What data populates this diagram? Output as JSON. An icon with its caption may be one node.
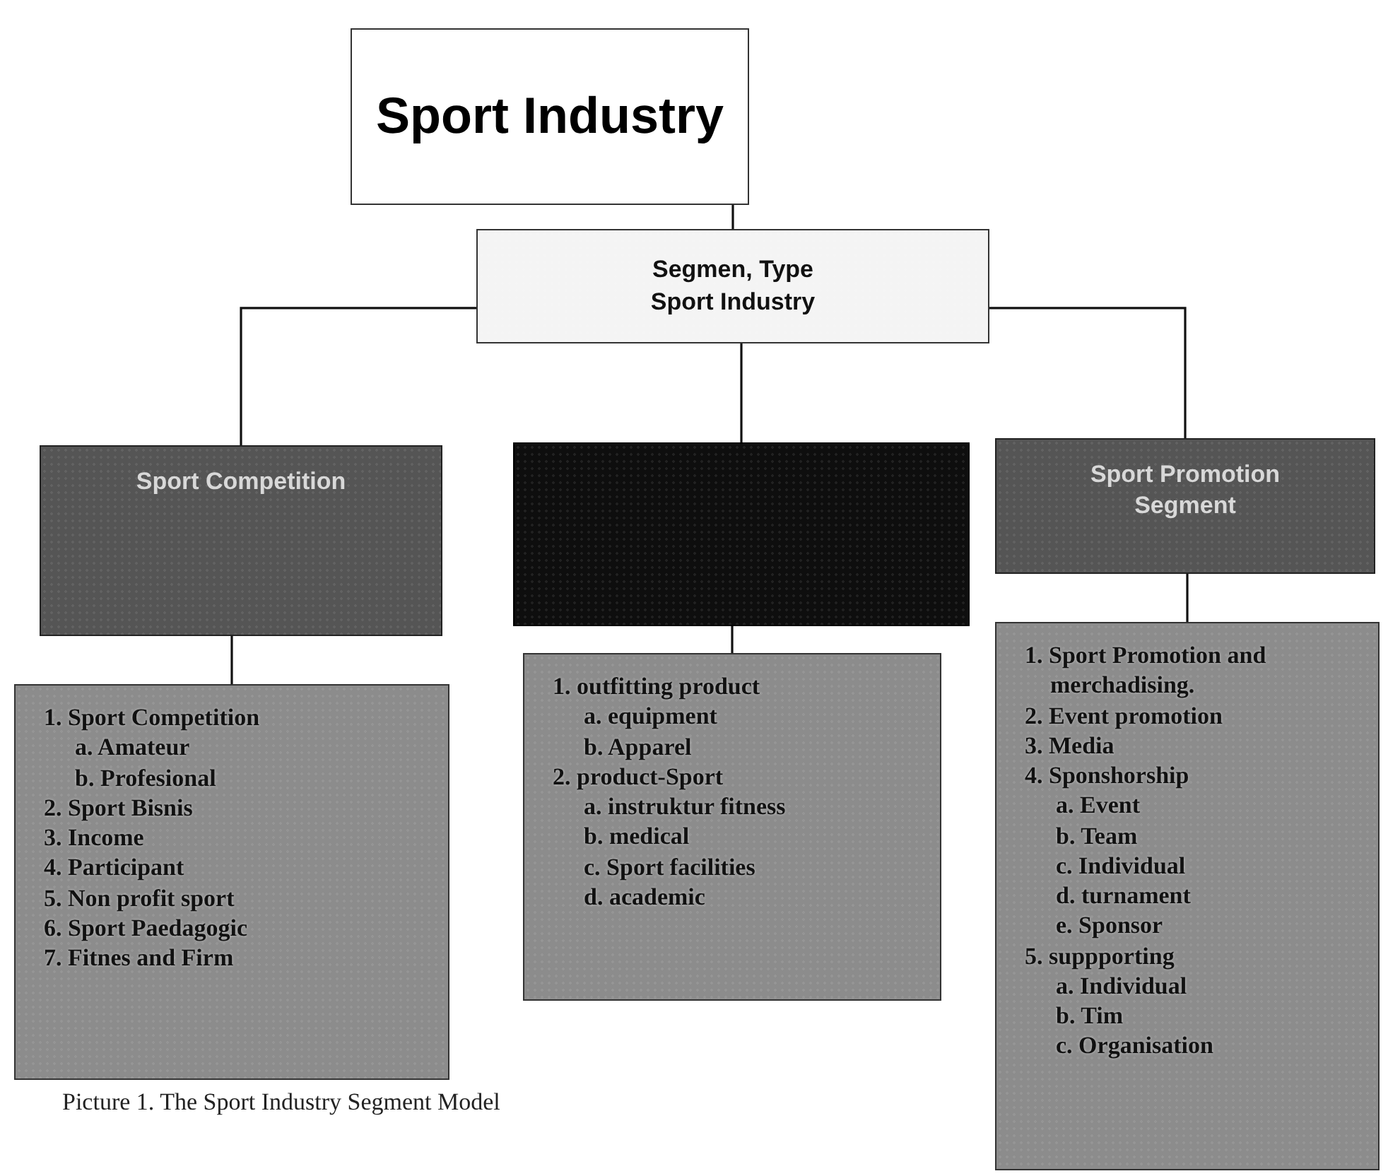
{
  "diagram": {
    "caption": "Picture 1. The Sport Industry Segment Model",
    "nodes": [
      {
        "text": [
          "Sport Industry"
        ]
      },
      {
        "text": [
          "Segmen, Type Sport Industry"
        ]
      },
      {
        "text": [
          "Sport Competition"
        ]
      },
      {
        "text": [],
        "shape": "box"
      },
      {
        "text": [
          "Sport Promotion Segment"
        ]
      },
      {
        "text": [
          "1. Sport Competition",
          "a. Amateur",
          "b. Profesional",
          "2. Sport Bisnis",
          "3. Income",
          "4. Participant",
          "5. Non profit sport",
          "6. Sport Paedagogic",
          "7. Fitnes and Firm"
        ]
      },
      {
        "text": [
          "1. outfitting product",
          "a. equipment",
          "b. Apparel",
          "2. product-Sport",
          "a. instruktur fitness",
          "b. medical",
          "c. Sport facilities",
          "d. academic"
        ]
      },
      {
        "text": [
          "1. Sport Promotion and merchadising.",
          "2. Event promotion",
          "3. Media",
          "4. Sponshorship",
          "a. Event",
          "b. Team",
          "c. Individual",
          "d. turnament",
          "e. Sponsor",
          "5. suppporting",
          "a. Individual",
          "b. Tim",
          "c. Organisation"
        ]
      }
    ],
    "edges": [
      {
        "from": 0,
        "to": 1,
        "arrow": "none"
      },
      {
        "from": 1,
        "to": 2,
        "arrow": "none"
      },
      {
        "from": 1,
        "to": 3,
        "arrow": "none"
      },
      {
        "from": 1,
        "to": 4,
        "arrow": "none"
      },
      {
        "from": 2,
        "to": 5,
        "arrow": "none"
      },
      {
        "from": 3,
        "to": 6,
        "arrow": "none"
      },
      {
        "from": 4,
        "to": 7,
        "arrow": "none"
      }
    ]
  }
}
